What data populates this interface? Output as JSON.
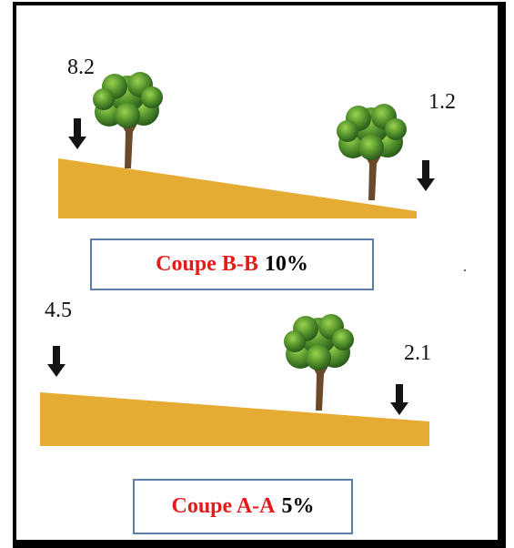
{
  "section_bb": {
    "elev_left": "8.2",
    "elev_right": "1.2",
    "caption_cut": "Coupe B-B",
    "caption_slope": "10%"
  },
  "section_aa": {
    "elev_left": "4.5",
    "elev_right": "2.1",
    "caption_cut": "Coupe A-A",
    "caption_slope": "5%"
  },
  "colors": {
    "ground": "#e6ab32",
    "arrow": "#141414",
    "foliage": "#4f8f2a",
    "trunk": "#6b4a2b",
    "cut_label": "#e31b1b",
    "caption_border": "#5b7ea6"
  }
}
